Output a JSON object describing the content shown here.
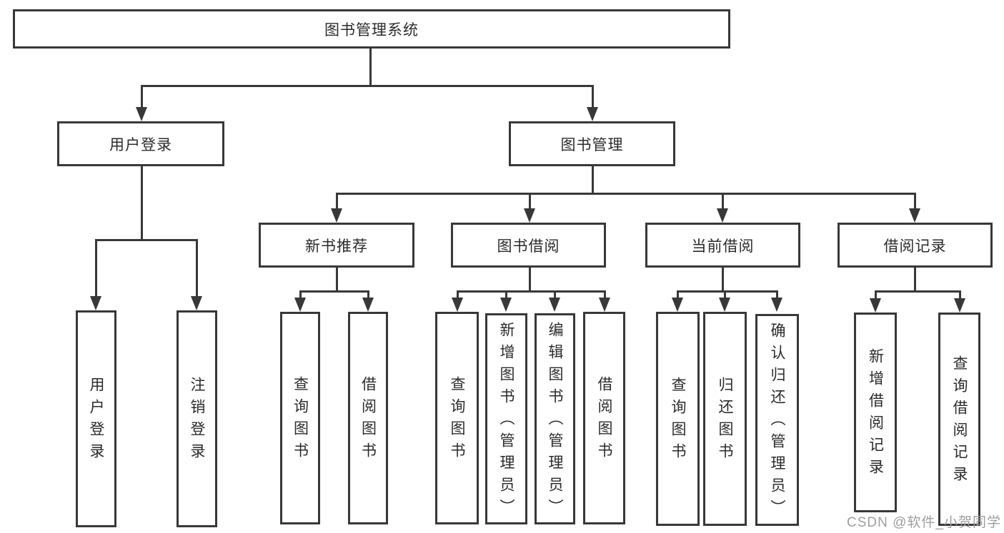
{
  "title": "图书管理系统",
  "diagram": {
    "root": {
      "label": "图书管理系统"
    },
    "level2": [
      {
        "label": "用户登录"
      },
      {
        "label": "图书管理"
      }
    ],
    "level3": [
      {
        "label": "新书推荐"
      },
      {
        "label": "图书借阅"
      },
      {
        "label": "当前借阅"
      },
      {
        "label": "借阅记录"
      }
    ],
    "leaves": {
      "login": [
        "用户登录",
        "注销登录"
      ],
      "newbook": [
        "查询图书",
        "借阅图书"
      ],
      "borrow": [
        "查询图书",
        "新增图书（管理员）",
        "编辑图书（管理员）",
        "借阅图书"
      ],
      "current": [
        "查询图书",
        "归还图书",
        "确认归还（管理员）"
      ],
      "record": [
        "新增借阅记录",
        "查询借阅记录"
      ]
    },
    "colors": {
      "line": "#383838",
      "text": "#2b2b2b",
      "background": "#ffffff"
    }
  },
  "watermark": {
    "text": "CSDN @软件_小贺同学",
    "color": "#9e9e9e"
  }
}
